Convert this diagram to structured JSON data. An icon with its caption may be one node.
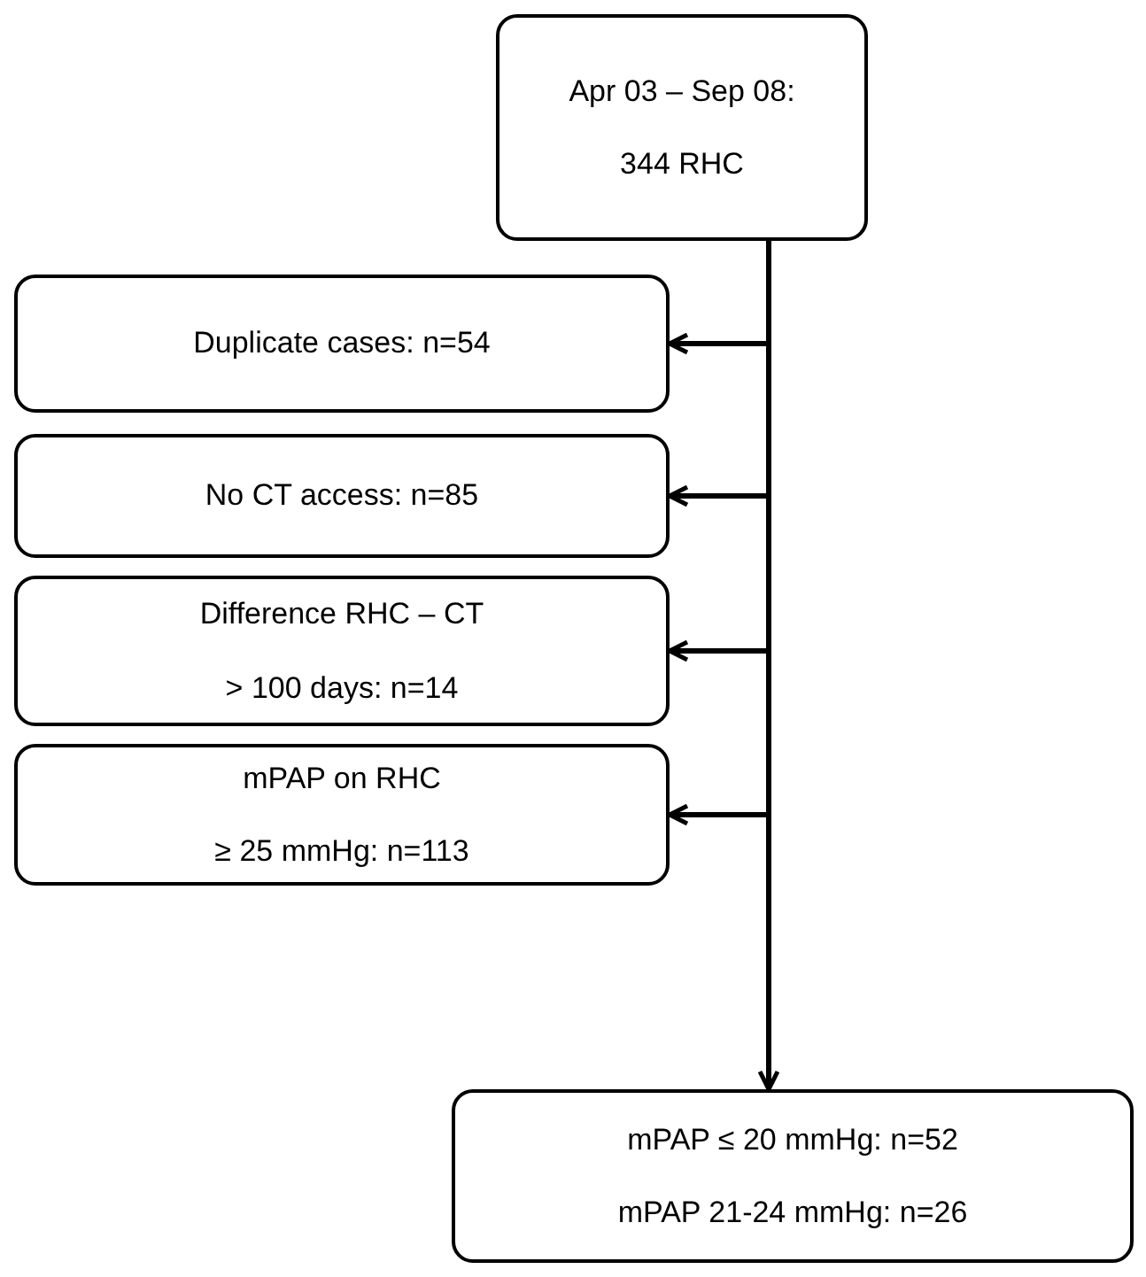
{
  "diagram": {
    "nodes": [
      {
        "text": [
          "Apr 03 – Sep 08:",
          "344 RHC"
        ]
      },
      {
        "text": [
          "Duplicate cases: n=54"
        ]
      },
      {
        "text": [
          "No CT access: n=85"
        ]
      },
      {
        "text": [
          "Difference RHC – CT",
          "> 100 days: n=14"
        ]
      },
      {
        "text": [
          "mPAP on RHC",
          "≥ 25 mmHg: n=113"
        ]
      },
      {
        "text": [
          "mPAP ≤ 20 mmHg: n=52",
          "mPAP 21-24 mmHg: n=26"
        ]
      }
    ],
    "edges": [
      {
        "from": 0,
        "to": 1,
        "arrow": "to"
      },
      {
        "from": 0,
        "to": 2,
        "arrow": "to"
      },
      {
        "from": 0,
        "to": 3,
        "arrow": "to"
      },
      {
        "from": 0,
        "to": 4,
        "arrow": "to"
      },
      {
        "from": 0,
        "to": 5,
        "arrow": "to"
      }
    ]
  }
}
